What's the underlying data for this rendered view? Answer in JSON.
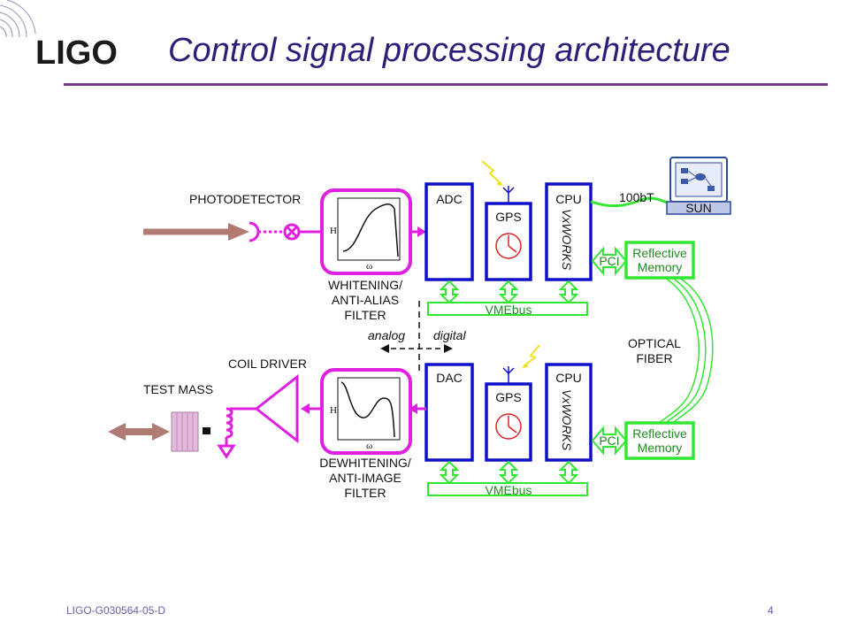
{
  "slide": {
    "title": "Control signal processing architecture",
    "footer_id": "LIGO-G030564-05-D",
    "page_number": "4",
    "logo_text": "LIGO"
  },
  "diagram": {
    "labels": {
      "photodetector": "PHOTODETECTOR",
      "whitening_1": "WHITENING/",
      "whitening_2": "ANTI-ALIAS",
      "whitening_3": "FILTER",
      "dewhitening_1": "DEWHITENING/",
      "dewhitening_2": "ANTI-IMAGE",
      "dewhitening_3": "FILTER",
      "coil_driver": "COIL DRIVER",
      "test_mass": "TEST MASS",
      "analog": "analog",
      "digital": "digital",
      "adc": "ADC",
      "dac": "DAC",
      "gps": "GPS",
      "cpu": "CPU",
      "vxworks": "VxWORKS",
      "vmebus": "VMEbus",
      "pci": "PCI",
      "reflective": "Reflective",
      "memory": "Memory",
      "optical_1": "OPTICAL",
      "optical_2": "FIBER",
      "network": "100bT",
      "sun": "SUN",
      "filter_axis_h": "H",
      "filter_axis_w": "ω"
    },
    "colors": {
      "blue": "#1010c8",
      "green": "#33e633",
      "magenta": "#e020e0",
      "arrow_brown": "#b07a72",
      "red": "#e02020",
      "yellow": "#f0e020"
    }
  }
}
